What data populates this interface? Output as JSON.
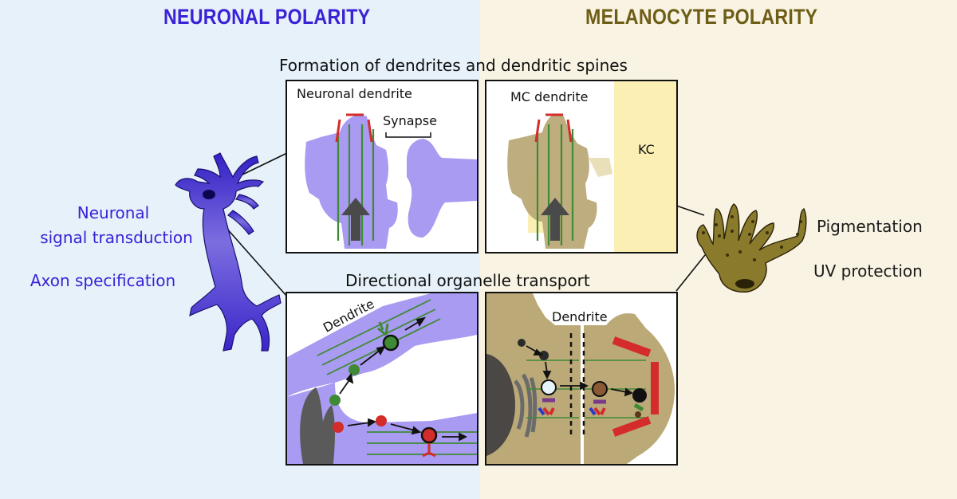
{
  "titles": {
    "left": "NEURONAL POLARITY",
    "right": "MELANOCYTE POLARITY"
  },
  "sections": {
    "top": "Formation of dendrites and dendritic spines",
    "bottom": "Directional organelle transport"
  },
  "left_labels": {
    "neuronal": "Neuronal",
    "signal_transduction": "signal transduction",
    "axon_specification": "Axon specification"
  },
  "right_labels": {
    "pigmentation": "Pigmentation",
    "uv_protection": "UV protection"
  },
  "panels": {
    "neuronal_dendrite": {
      "title": "Neuronal dendrite",
      "synapse": "Synapse"
    },
    "mc_dendrite": {
      "title": "MC dendrite",
      "kc": "KC"
    },
    "neuron_transport": {
      "dendrite": "Dendrite"
    },
    "mc_transport": {
      "dendrite": "Dendrite"
    }
  },
  "colors": {
    "neuron_blue": "#3a22d6",
    "melanocyte_olive": "#6e5d16",
    "neuron_fill": "#a99af2",
    "mc_fill": "#bba978",
    "kc_fill": "#fbefb3",
    "microtubule_green": "#3f8a35",
    "actin_red": "#d42b2b"
  }
}
